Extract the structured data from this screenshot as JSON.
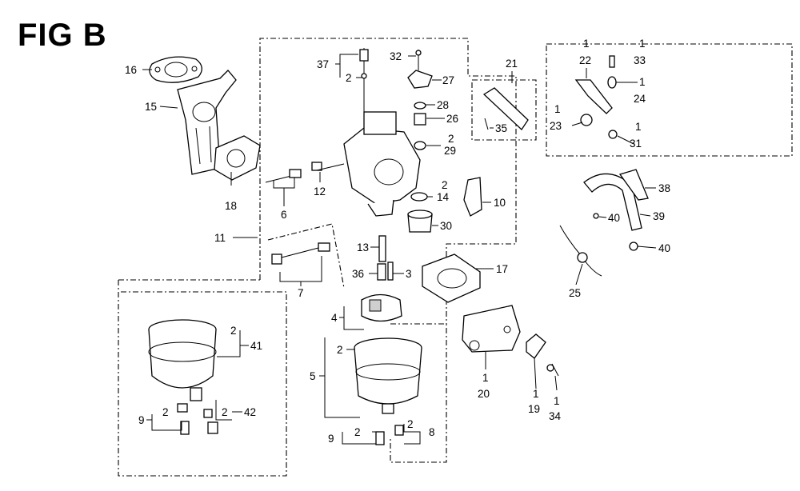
{
  "figure": {
    "title": "FIG B"
  },
  "callouts": [
    {
      "id": "c16",
      "text": "16"
    },
    {
      "id": "c15",
      "text": "15"
    },
    {
      "id": "c18",
      "text": "18"
    },
    {
      "id": "c37",
      "text": "37"
    },
    {
      "id": "c37q",
      "text": "2"
    },
    {
      "id": "c32",
      "text": "32"
    },
    {
      "id": "c27",
      "text": "27"
    },
    {
      "id": "c28",
      "text": "28"
    },
    {
      "id": "c26",
      "text": "26"
    },
    {
      "id": "c29q",
      "text": "2"
    },
    {
      "id": "c29",
      "text": "29"
    },
    {
      "id": "c21",
      "text": "21"
    },
    {
      "id": "c35",
      "text": "35"
    },
    {
      "id": "c22q",
      "text": "1"
    },
    {
      "id": "c22",
      "text": "22"
    },
    {
      "id": "c33q",
      "text": "1"
    },
    {
      "id": "c33",
      "text": "33"
    },
    {
      "id": "c24q",
      "text": "1"
    },
    {
      "id": "c24",
      "text": "24"
    },
    {
      "id": "c23q",
      "text": "1"
    },
    {
      "id": "c23",
      "text": "23"
    },
    {
      "id": "c31q",
      "text": "1"
    },
    {
      "id": "c31",
      "text": "31"
    },
    {
      "id": "c12",
      "text": "12"
    },
    {
      "id": "c6",
      "text": "6"
    },
    {
      "id": "c14q",
      "text": "2"
    },
    {
      "id": "c14",
      "text": "14"
    },
    {
      "id": "c10",
      "text": "10"
    },
    {
      "id": "c30",
      "text": "30"
    },
    {
      "id": "c38",
      "text": "38"
    },
    {
      "id": "c39",
      "text": "39"
    },
    {
      "id": "c40a",
      "text": "40"
    },
    {
      "id": "c40b",
      "text": "40"
    },
    {
      "id": "c25",
      "text": "25"
    },
    {
      "id": "c11",
      "text": "11"
    },
    {
      "id": "c13",
      "text": "13"
    },
    {
      "id": "c36",
      "text": "36"
    },
    {
      "id": "c3",
      "text": "3"
    },
    {
      "id": "c17",
      "text": "17"
    },
    {
      "id": "c7",
      "text": "7"
    },
    {
      "id": "c4",
      "text": "4"
    },
    {
      "id": "c41q",
      "text": "2"
    },
    {
      "id": "c41",
      "text": "41"
    },
    {
      "id": "c5q",
      "text": "2"
    },
    {
      "id": "c5",
      "text": "5"
    },
    {
      "id": "c9aq",
      "text": "2"
    },
    {
      "id": "c9a",
      "text": "9"
    },
    {
      "id": "c42q",
      "text": "2"
    },
    {
      "id": "c42",
      "text": "42"
    },
    {
      "id": "c9bq",
      "text": "2"
    },
    {
      "id": "c9b",
      "text": "9"
    },
    {
      "id": "c8q",
      "text": "2"
    },
    {
      "id": "c8",
      "text": "8"
    },
    {
      "id": "c20q",
      "text": "1"
    },
    {
      "id": "c20",
      "text": "20"
    },
    {
      "id": "c19q",
      "text": "1"
    },
    {
      "id": "c19",
      "text": "19"
    },
    {
      "id": "c34q",
      "text": "1"
    },
    {
      "id": "c34",
      "text": "34"
    }
  ]
}
